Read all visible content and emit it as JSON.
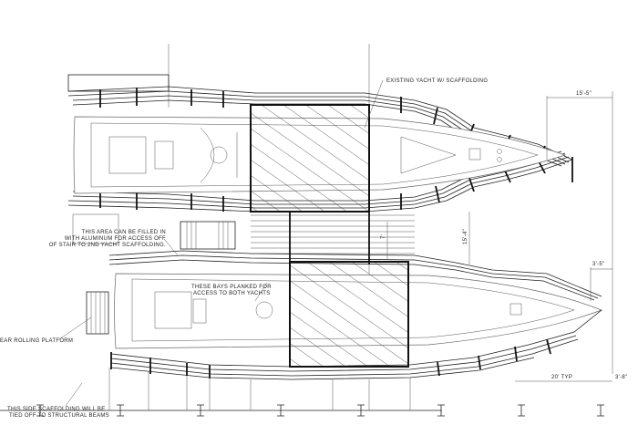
{
  "title": "Twin yacht scaffolding plan",
  "labels": {
    "existing_yacht": "EXISTING YACHT W/ SCAFFOLDING",
    "fill_area": [
      "THIS AREA CAN BE FILLED IN",
      "WITH ALUMINUM FOR ACCESS OFF",
      "OF STAIR TO 2ND YACHT SCAFFOLDING."
    ],
    "bays_planked": [
      "THESE BAYS PLANKED FOR",
      "ACCESS TO BOTH YACHTS"
    ],
    "rolling_platform": "EAR ROLLING PLATFORM",
    "side_scaffolding": [
      "THIS SIDE SCAFFOLDING WILL BE",
      "TIED OFF TO STRUCTURAL BEAMS"
    ]
  },
  "dimensions": {
    "top_bow_width": "15'-5\"",
    "lower_bow_width": "3'-5\"",
    "gap_between": "15'-4\"",
    "small_gap": "7'",
    "beam_spacing": "20' TYP",
    "end_offset": "3'-8\""
  }
}
